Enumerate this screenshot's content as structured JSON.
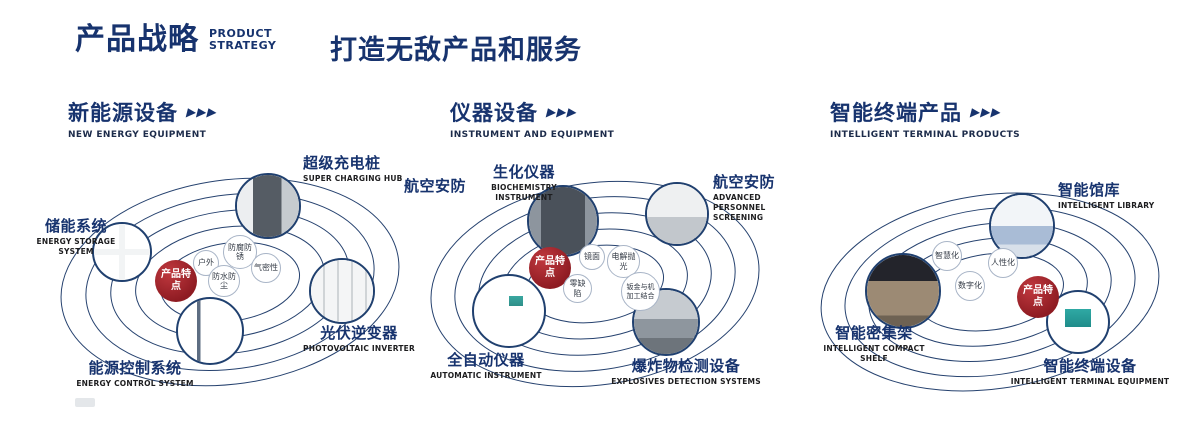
{
  "colors": {
    "primary_blue": "#17336e",
    "badge_red": "#9a1f26"
  },
  "ui": {
    "arrows": "▶▶▶"
  },
  "header": {
    "title_cn": "产品战略",
    "title_en_1": "PRODUCT",
    "title_en_2": "STRATEGY",
    "slogan": "打造无敌产品和服务"
  },
  "sections": [
    {
      "title_cn": "新能源设备",
      "title_en": "NEW ENERGY EQUIPMENT",
      "center_badge": "产品特点",
      "products": [
        {
          "name_cn": "储能系统",
          "name_en": "ENERGY STORAGE SYSTEM"
        },
        {
          "name_cn": "超级充电桩",
          "name_en": "SUPER CHARGING HUB"
        },
        {
          "name_cn": "光伏逆变器",
          "name_en": "PHOTOVOLTAIC INVERTER"
        },
        {
          "name_cn": "能源控制系统",
          "name_en": "ENERGY CONTROL SYSTEM"
        }
      ],
      "features": [
        "户外",
        "防腐防锈",
        "气密性",
        "防水防尘"
      ]
    },
    {
      "title_cn": "仪器设备",
      "title_en": "INSTRUMENT AND EQUIPMENT",
      "center_badge": "产品特点",
      "side_label": "航空安防",
      "products": [
        {
          "name_cn": "生化仪器",
          "name_en": "BIOCHEMISTRY INSTRUMENT"
        },
        {
          "name_cn": "航空安防",
          "name_en": "ADVANCED PERSONNEL SCREENING"
        },
        {
          "name_cn": "全自动仪器",
          "name_en": "AUTOMATIC INSTRUMENT"
        },
        {
          "name_cn": "爆炸物检测设备",
          "name_en": "EXPLOSIVES DETECTION SYSTEMS"
        }
      ],
      "features": [
        "镜面",
        "电解抛光",
        "零缺陷",
        "钣金与机加工结合"
      ]
    },
    {
      "title_cn": "智能终端产品",
      "title_en": "INTELLIGENT TERMINAL PRODUCTS",
      "center_badge": "产品特点",
      "products": [
        {
          "name_cn": "智能馆库",
          "name_en": "INTELLIGENT LIBRARY"
        },
        {
          "name_cn": "智能密集架",
          "name_en": "INTELLIGENT COMPACT SHELF"
        },
        {
          "name_cn": "智能终端设备",
          "name_en": "INTELLIGENT TERMINAL EQUIPMENT"
        }
      ],
      "features": [
        "智慧化",
        "人性化",
        "数字化"
      ]
    }
  ]
}
